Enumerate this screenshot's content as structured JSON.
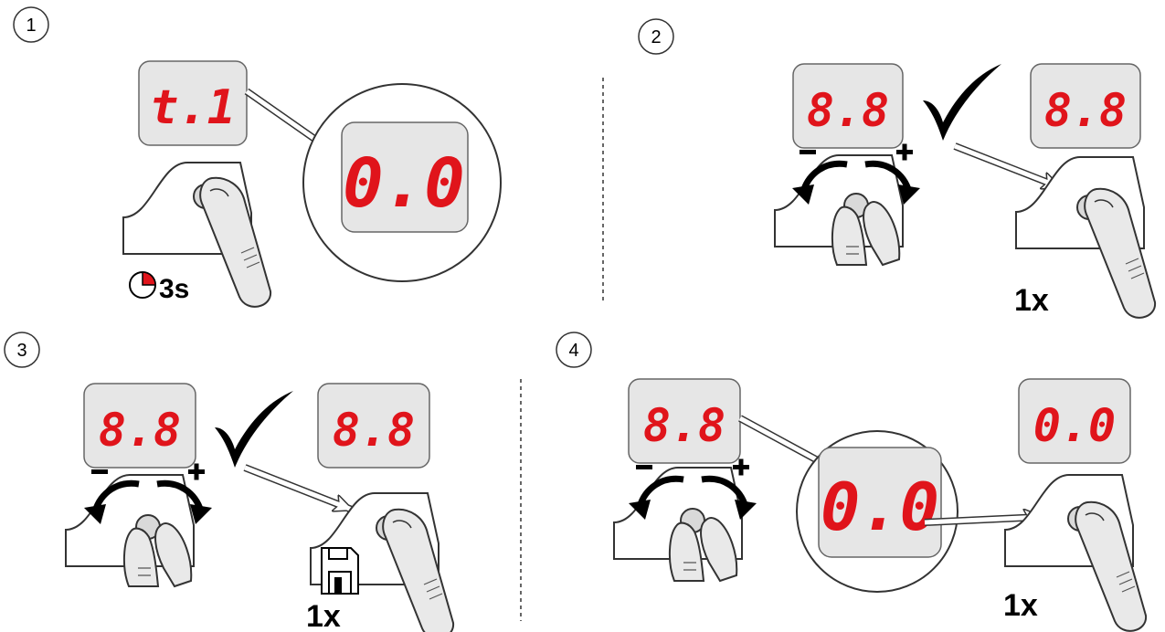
{
  "steps": [
    {
      "number": "1",
      "display_before": "t.1",
      "display_zoom": "0.0",
      "timer_label": "3s"
    },
    {
      "number": "2",
      "display_adjust": "8.8",
      "display_confirm": "8.8",
      "press_count": "1x"
    },
    {
      "number": "3",
      "display_adjust": "8.8",
      "display_save": "8.8",
      "press_count": "1x"
    },
    {
      "number": "4",
      "display_adjust": "8.8",
      "display_zoom": "0.0",
      "display_after": "0.0",
      "press_count": "1x"
    }
  ],
  "colors": {
    "segment_red": "#e0141b",
    "display_bg": "#e6e6e6",
    "line": "#333333"
  },
  "icons": [
    "timer-icon",
    "check-icon",
    "save-icon",
    "rotate-arrow-icon",
    "finger-press-icon",
    "knob-turn-icon",
    "pointer-arrow-icon"
  ]
}
